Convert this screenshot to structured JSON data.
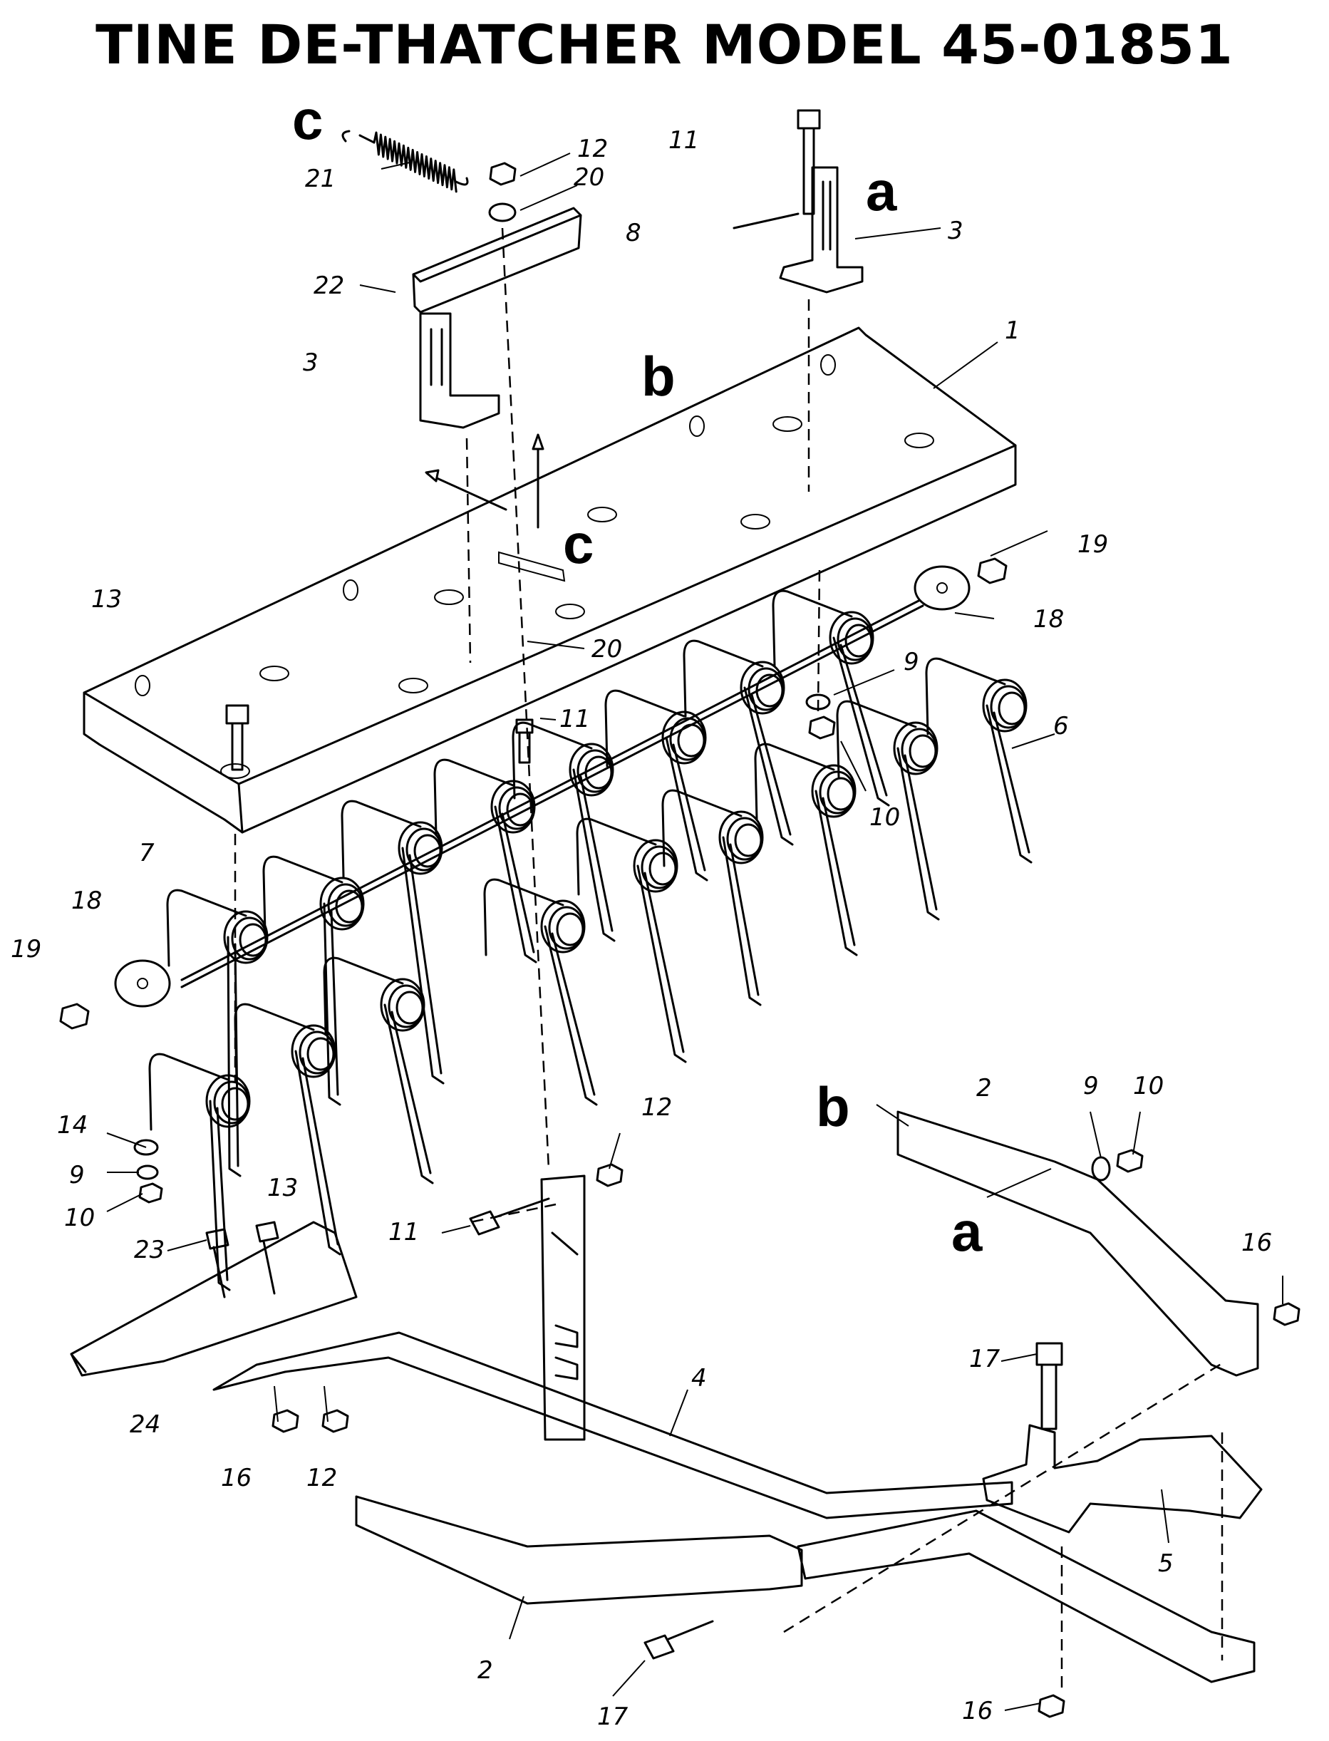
{
  "title": "TINE DE-THATCHER MODEL 45-01851",
  "part_labels": [
    {
      "id": "1",
      "text": "1"
    },
    {
      "id": "2a",
      "text": "2"
    },
    {
      "id": "2b",
      "text": "2"
    },
    {
      "id": "3a",
      "text": "3"
    },
    {
      "id": "3b",
      "text": "3"
    },
    {
      "id": "4",
      "text": "4"
    },
    {
      "id": "5",
      "text": "5"
    },
    {
      "id": "6",
      "text": "6"
    },
    {
      "id": "7",
      "text": "7"
    },
    {
      "id": "8",
      "text": "8"
    },
    {
      "id": "9a",
      "text": "9"
    },
    {
      "id": "9b",
      "text": "9"
    },
    {
      "id": "9c",
      "text": "9"
    },
    {
      "id": "10a",
      "text": "10"
    },
    {
      "id": "10b",
      "text": "10"
    },
    {
      "id": "10c",
      "text": "10"
    },
    {
      "id": "11a",
      "text": "11"
    },
    {
      "id": "11b",
      "text": "11"
    },
    {
      "id": "11c",
      "text": "11"
    },
    {
      "id": "12a",
      "text": "12"
    },
    {
      "id": "12b",
      "text": "12"
    },
    {
      "id": "12c",
      "text": "12"
    },
    {
      "id": "13a",
      "text": "13"
    },
    {
      "id": "13b",
      "text": "13"
    },
    {
      "id": "14",
      "text": "14"
    },
    {
      "id": "16a",
      "text": "16"
    },
    {
      "id": "16b",
      "text": "16"
    },
    {
      "id": "16c",
      "text": "16"
    },
    {
      "id": "17a",
      "text": "17"
    },
    {
      "id": "17b",
      "text": "17"
    },
    {
      "id": "18a",
      "text": "18"
    },
    {
      "id": "18b",
      "text": "18"
    },
    {
      "id": "19a",
      "text": "19"
    },
    {
      "id": "19b",
      "text": "19"
    },
    {
      "id": "20a",
      "text": "20"
    },
    {
      "id": "20b",
      "text": "20"
    },
    {
      "id": "21",
      "text": "21"
    },
    {
      "id": "22",
      "text": "22"
    },
    {
      "id": "23",
      "text": "23"
    },
    {
      "id": "24",
      "text": "24"
    }
  ],
  "reference_letters": [
    {
      "id": "c-top",
      "text": "c"
    },
    {
      "id": "a-top",
      "text": "a"
    },
    {
      "id": "b-plate",
      "text": "b"
    },
    {
      "id": "c-plate",
      "text": "c"
    },
    {
      "id": "b-arm",
      "text": "b"
    },
    {
      "id": "a-arm",
      "text": "a"
    }
  ]
}
